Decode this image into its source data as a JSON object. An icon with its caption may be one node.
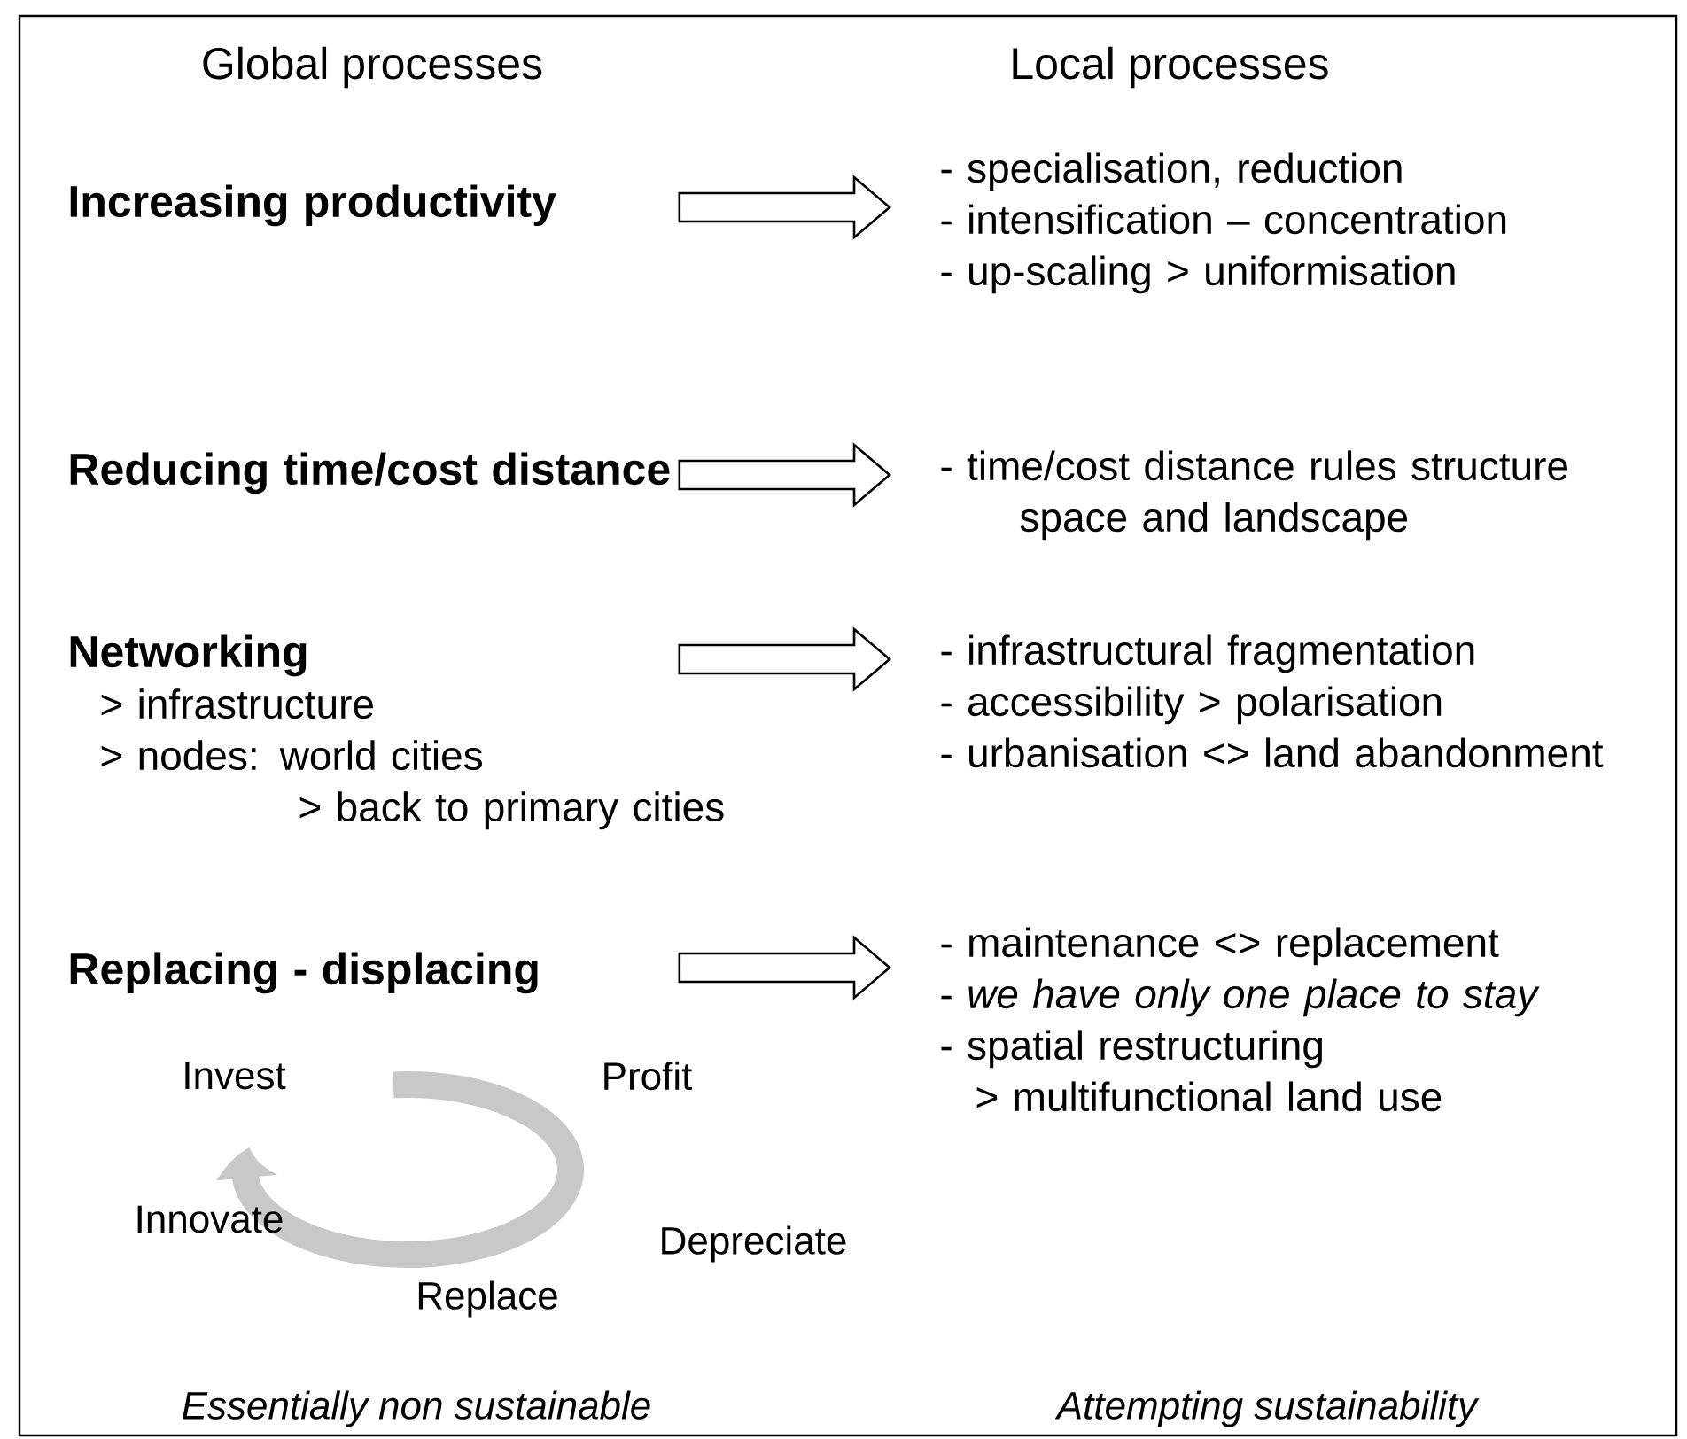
{
  "diagram": {
    "nodes": [
      {
        "text": [
          "Increasing productivity"
        ]
      },
      {
        "text": [
          "Reducing time/cost distance"
        ]
      },
      {
        "text": [
          "Networking",
          "> infrastructure",
          "> nodes: world cities",
          "> back to primary cities"
        ]
      },
      {
        "text": [
          "Replacing - displacing"
        ]
      },
      {
        "text": [
          "- specialisation, reduction",
          "- intensification – concentration",
          "- up-scaling  >  uniformisation"
        ]
      },
      {
        "text": [
          "- time/cost distance rules structure space and landscape"
        ]
      },
      {
        "text": [
          "- infrastructural fragmentation",
          "- accessibility  >  polarisation",
          "- urbanisation <> land abandonment"
        ]
      },
      {
        "text": [
          "- maintenance <> replacement",
          "- *we have only one place to stay*",
          "- spatial restructuring",
          "> multifunctional land use"
        ]
      }
    ],
    "edges": [
      {
        "from": 0,
        "to": 4,
        "arrow": "to"
      },
      {
        "from": 1,
        "to": 5,
        "arrow": "to"
      },
      {
        "from": 2,
        "to": 6,
        "arrow": "to"
      },
      {
        "from": 3,
        "to": 7,
        "arrow": "to"
      }
    ],
    "labels": [
      "Global processes",
      "Local processes",
      "Invest",
      "Profit",
      "Innovate",
      "Depreciate",
      "Replace",
      "Essentially non sustainable",
      "Attempting sustainability"
    ]
  }
}
